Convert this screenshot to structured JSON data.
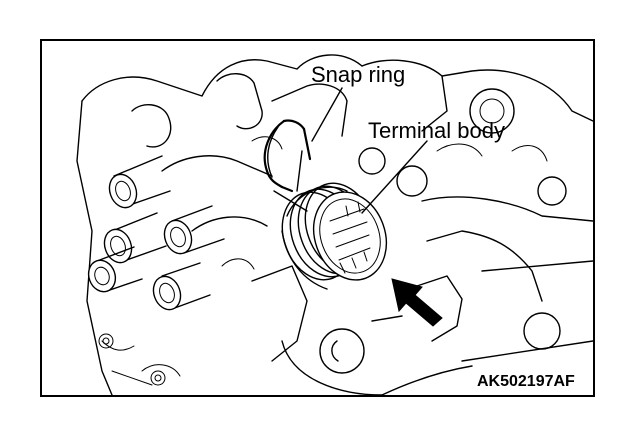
{
  "labels": {
    "snap_ring": "Snap ring",
    "terminal_body": "Terminal body",
    "figure_code": "AK502197AF"
  },
  "icons": {
    "arrow": "arrow-icon"
  },
  "colors": {
    "line": "#000000",
    "background": "#ffffff"
  }
}
